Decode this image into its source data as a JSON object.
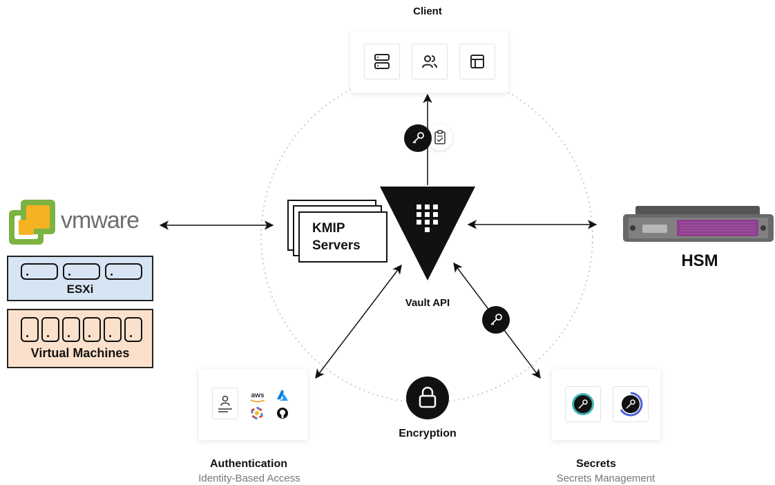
{
  "client": {
    "title": "Client",
    "icons": [
      "server-icon",
      "users-icon",
      "layout-icon"
    ]
  },
  "kmip": {
    "line1": "KMIP",
    "line2": "Servers"
  },
  "vault": {
    "label": "Vault API"
  },
  "hsm": {
    "label": "HSM"
  },
  "vmware": {
    "logo_text": "vmware",
    "esxi_label": "ESXi",
    "vm_label": "Virtual Machines"
  },
  "encryption": {
    "label": "Encryption"
  },
  "authentication": {
    "title": "Authentication",
    "subtitle": "Identity-Based Access",
    "aws_text": "aws"
  },
  "secrets": {
    "title": "Secrets",
    "subtitle": "Secrets Management"
  },
  "colors": {
    "esxi_fill": "#d6e4f3",
    "vm_fill": "#fbe1cc",
    "vmware_green": "#7cb342",
    "vmware_yellow": "#f5b324",
    "hsm_purple": "#8e3f8e",
    "secrets_teal": "#3fb6b4",
    "secrets_blue": "#4c5fd6"
  }
}
